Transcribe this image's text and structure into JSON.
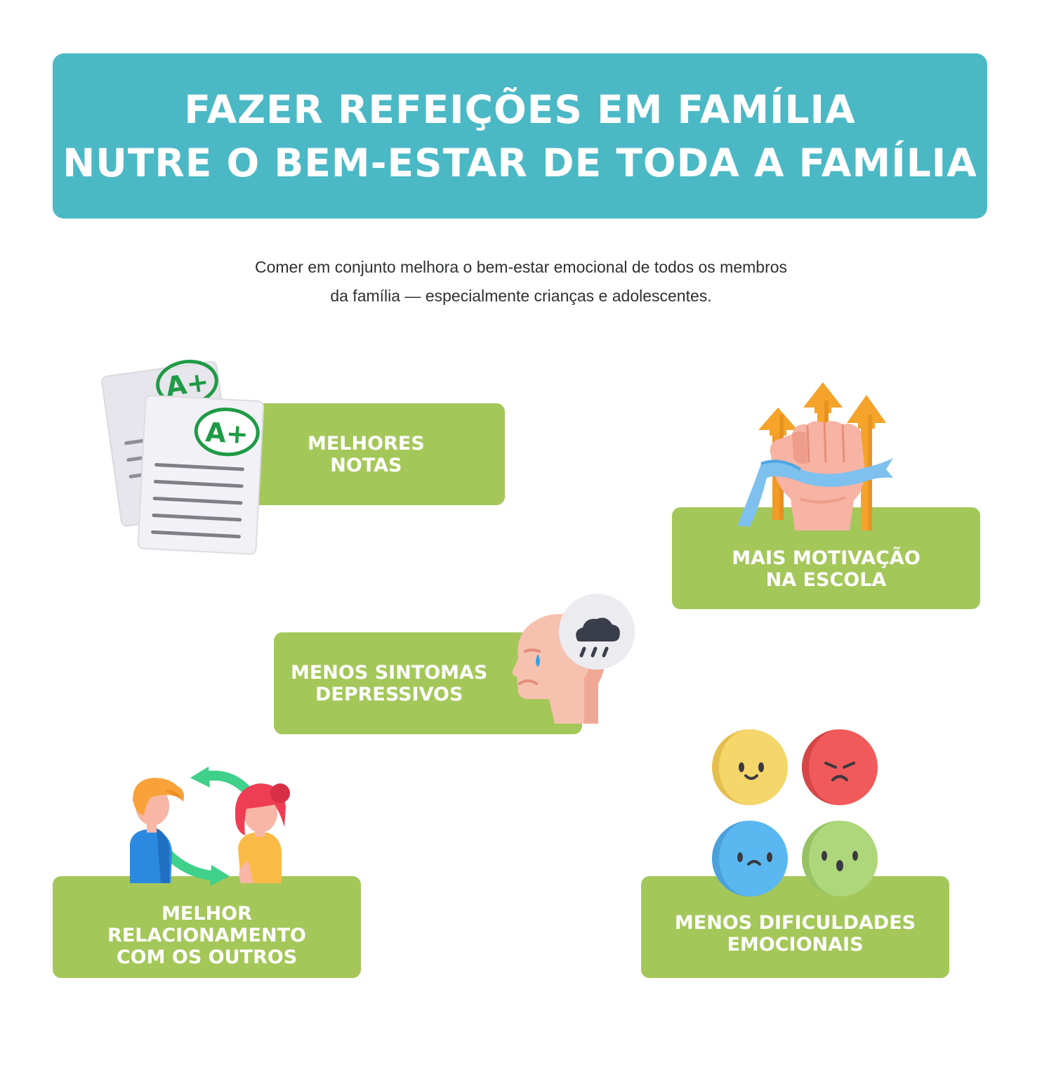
{
  "header": {
    "title_line1": "FAZER REFEIÇÕES EM FAMÍLIA",
    "title_line2": "NUTRE O BEM-ESTAR DE TODA A FAMÍLIA"
  },
  "intro": {
    "line1": "Comer em conjunto melhora o bem-estar emocional de todos os membros",
    "line2": "da família — especialmente crianças e adolescentes."
  },
  "benefits": [
    {
      "line1": "MELHORES",
      "line2": "NOTAS",
      "icon": "graded-papers-icon",
      "grade": "A+"
    },
    {
      "line1": "MAIS MOTIVAÇÃO",
      "line2": "NA ESCOLA",
      "icon": "raised-fist-arrows-icon"
    },
    {
      "line1": "MENOS SINTOMAS",
      "line2": "DEPRESSIVOS",
      "icon": "sad-head-rain-cloud-icon"
    },
    {
      "line1": "MELHOR",
      "line2": "RELACIONAMENTO",
      "line3": "COM OS OUTROS",
      "icon": "people-exchange-icon"
    },
    {
      "line1": "MENOS DIFICULDADES",
      "line2": "EMOCIONAIS",
      "icon": "emotion-faces-icon"
    }
  ],
  "colors": {
    "banner": "#4bb9c5",
    "card": "#a4c75a",
    "text_dark": "#2f3033",
    "grade_green": "#1f9a45"
  }
}
